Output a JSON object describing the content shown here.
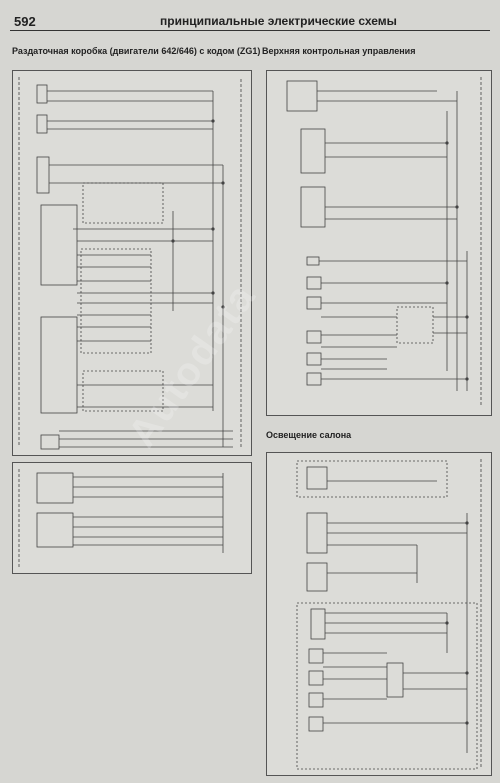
{
  "header": {
    "page_number": "592",
    "running_head": "принципиальные электрические схемы"
  },
  "sections": {
    "transfer_case": "Раздаточная коробка (двигатели 642/646) с кодом (ZG1)",
    "overhead_control": "Верхняя контрольная управления",
    "interior_lighting": "Освещение салона"
  },
  "watermark": "Autodata"
}
